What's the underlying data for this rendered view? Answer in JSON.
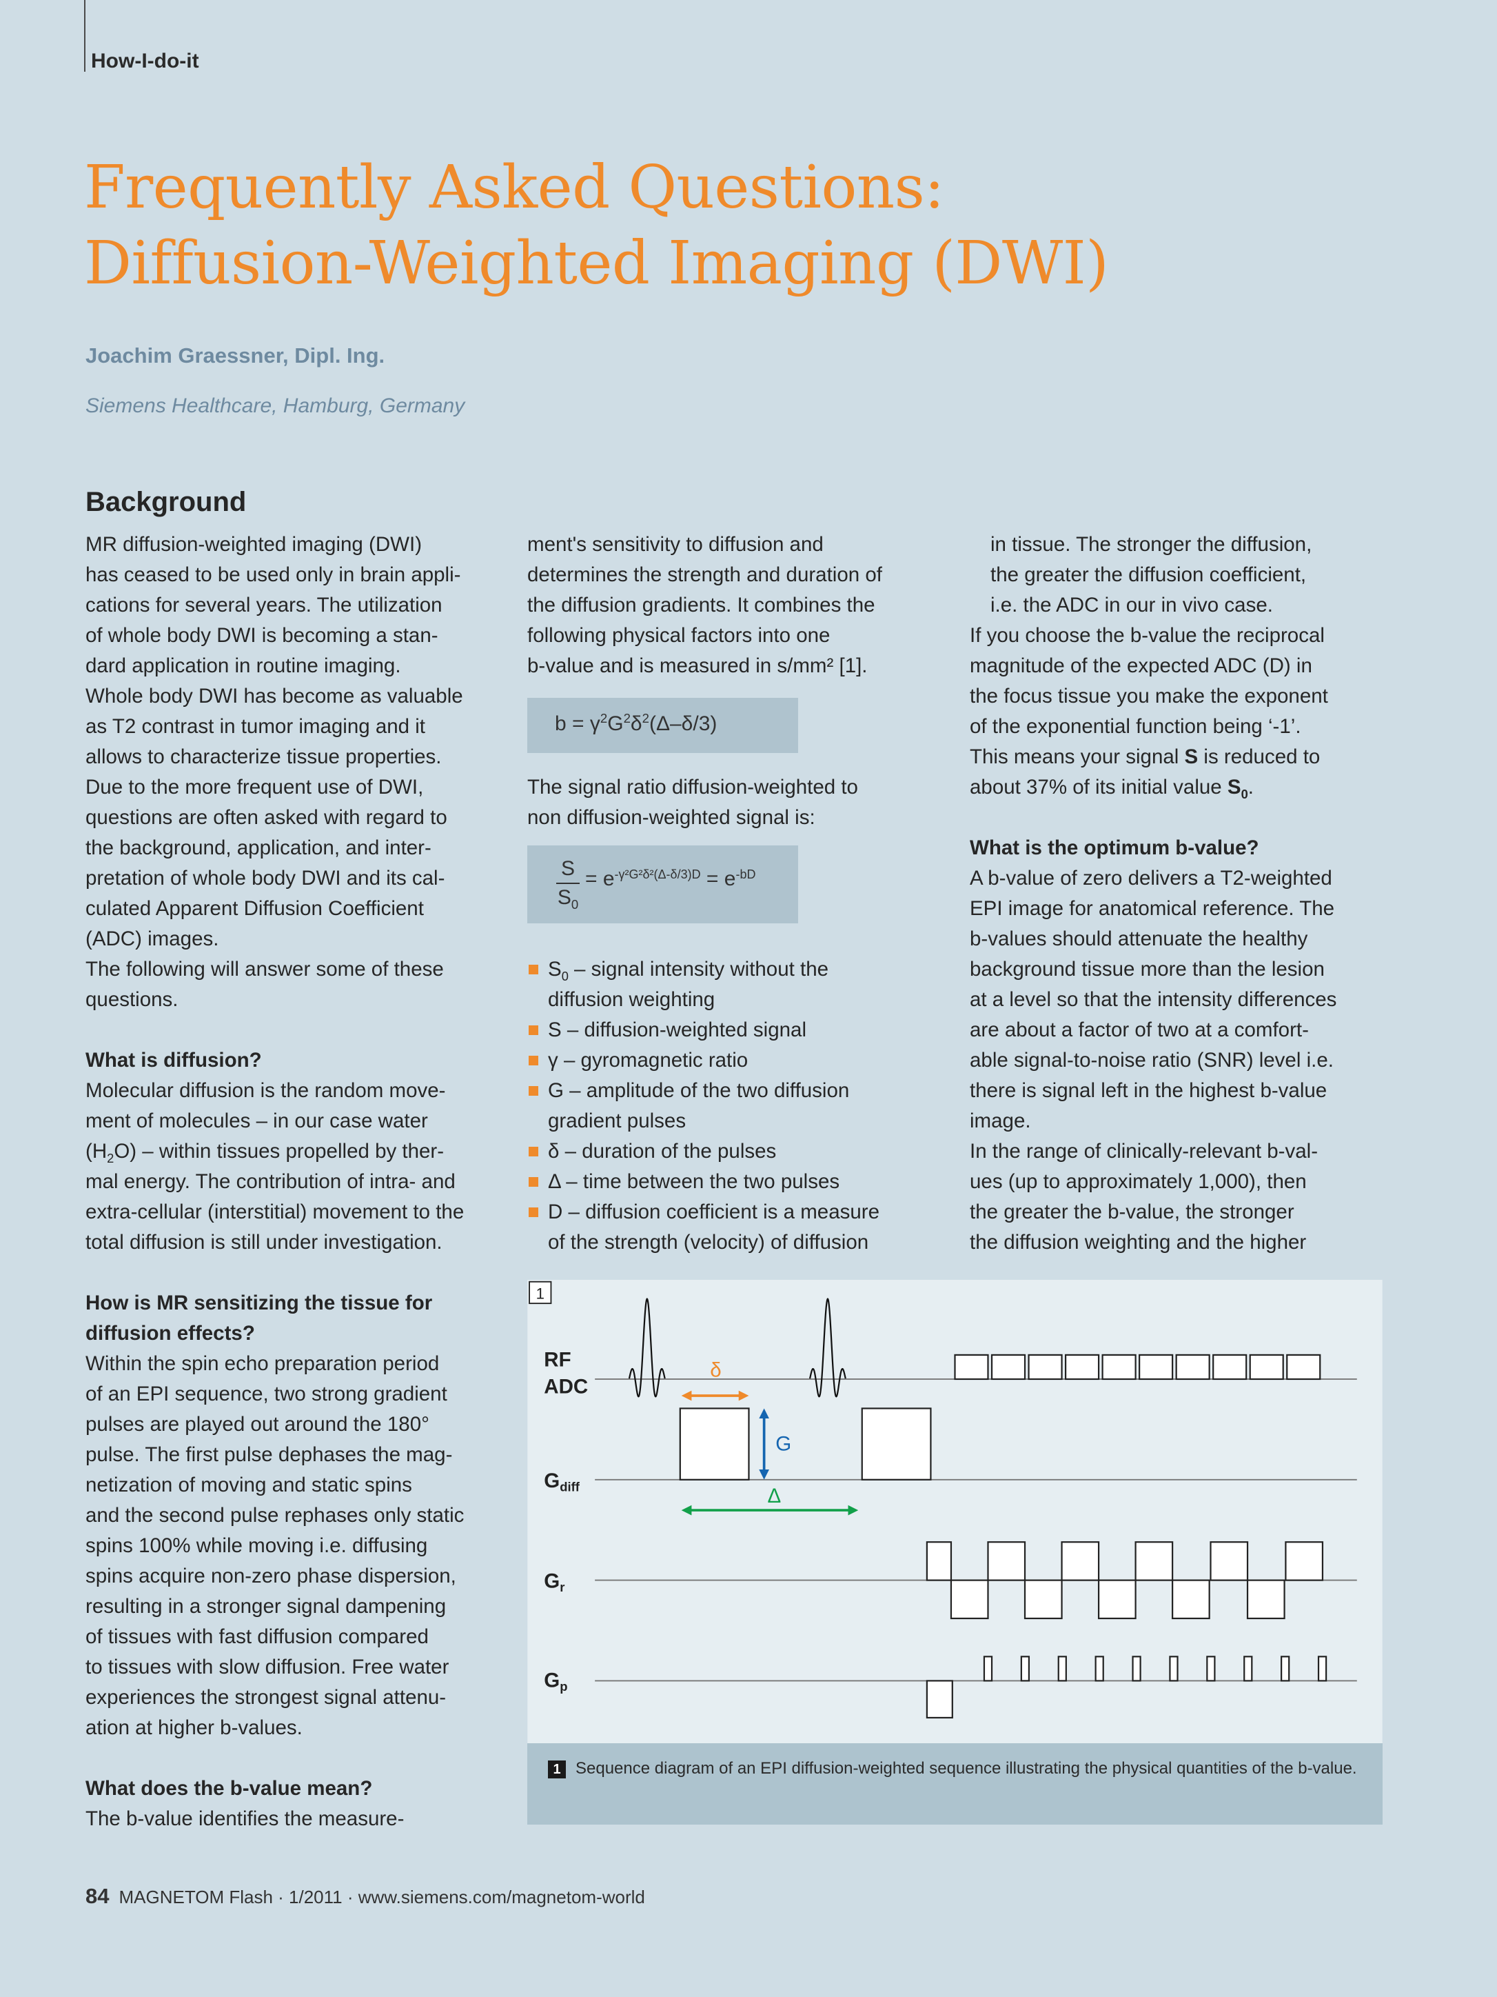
{
  "header": {
    "section": "How-I-do-it"
  },
  "article": {
    "title_lines": [
      "Frequently Asked Questions:",
      "Diffusion-Weighted Imaging (DWI)"
    ],
    "author": "Joachim Graessner, Dipl. Ing.",
    "affiliation": "Siemens Healthcare, Hamburg, Germany",
    "section_heading": "Background"
  },
  "columns": [
    [
      "MR diffusion-weighted imaging (DWI)",
      "has ceased to be used only in brain appli-",
      "cations for several years. The utilization",
      "of whole body DWI is becoming a stan-",
      "dard application in routine imaging.",
      "Whole body DWI has become as valuable",
      "as T2 contrast in tumor imaging and it",
      "allows to characterize tissue properties.",
      "Due to the more frequent use of DWI,",
      "questions are often asked with regard to",
      "the background, application, and inter-",
      "pretation of whole body DWI and its cal-",
      "culated Apparent Diffusion Coefficient",
      "(ADC) images.",
      "The following will answer some of these",
      "questions.",
      "",
      {
        "b": "What is diffusion?"
      },
      "Molecular diffusion is the random move-",
      "ment of molecules – in our case water",
      {
        "parts": [
          [
            "(H",
            ""
          ],
          [
            "2",
            "sub"
          ],
          [
            "O) – within tissues propelled by ther-",
            ""
          ]
        ]
      },
      "mal energy. The contribution of intra- and",
      "extra-cellular (interstitial) movement to the",
      "total diffusion is still under investigation.",
      "",
      {
        "b": "How is MR sensitizing the tissue for"
      },
      {
        "b": "diffusion effects?"
      },
      "Within the spin echo preparation period",
      "of an EPI sequence, two strong gradient",
      "pulses are played out around the 180°",
      "pulse. The first pulse dephases the mag-",
      "netization of moving and static spins",
      "and the second pulse rephases only static",
      "spins 100% while moving i.e. diffusing",
      "spins acquire non-zero phase dispersion,",
      "resulting in a stronger signal dampening",
      "of tissues with fast diffusion compared",
      "to tissues with slow diffusion. Free water",
      "experiences the strongest signal attenu-",
      "ation at higher b-values.",
      "",
      {
        "b": "What does the b-value mean?"
      },
      "The b-value identifies the measure-"
    ],
    [
      "ment's sensitivity to diffusion and",
      "determines the strength and duration of",
      "the diffusion gradients. It combines the",
      "following physical factors into one",
      "b-value and is measured in s/mm² [1].",
      "",
      "",
      "",
      "The signal ratio diffusion-weighted to",
      "non diffusion-weighted signal is:",
      "",
      "",
      "",
      "",
      {
        "bullet": true,
        "parts": [
          [
            "S",
            ""
          ],
          [
            "0",
            "sub"
          ],
          [
            " – signal intensity without the",
            ""
          ]
        ]
      },
      {
        "ind": "diffusion weighting"
      },
      {
        "bullet": true,
        "parts": [
          [
            "S – diffusion-weighted signal",
            ""
          ]
        ]
      },
      {
        "bullet": true,
        "parts": [
          [
            "γ – gyromagnetic ratio",
            ""
          ]
        ]
      },
      {
        "bullet": true,
        "parts": [
          [
            "G – amplitude of the two diffusion",
            ""
          ]
        ]
      },
      {
        "ind": "gradient pulses"
      },
      {
        "bullet": true,
        "parts": [
          [
            "δ – duration of the pulses",
            ""
          ]
        ]
      },
      {
        "bullet": true,
        "parts": [
          [
            "Δ – time between the two pulses",
            ""
          ]
        ]
      },
      {
        "bullet": true,
        "parts": [
          [
            "D – diffusion coefficient is a measure",
            ""
          ]
        ]
      },
      {
        "ind": "of the strength (velocity) of diffusion"
      }
    ],
    [
      {
        "ind": "in tissue. The stronger the diffusion,"
      },
      {
        "ind": "the greater the diffusion coefficient,"
      },
      {
        "ind": "i.e. the ADC in our in vivo case."
      },
      "If you choose the b-value the reciprocal",
      "magnitude of the expected ADC (D) in",
      "the focus tissue you make the exponent",
      "of the exponential function being ‘-1’.",
      {
        "parts": [
          [
            "This means your signal ",
            ""
          ],
          [
            "S",
            "b"
          ],
          [
            " is reduced to",
            ""
          ]
        ]
      },
      {
        "parts": [
          [
            "about 37% of its initial value ",
            ""
          ],
          [
            "S",
            "b"
          ],
          [
            "0",
            "bsub"
          ],
          [
            ".",
            ""
          ]
        ]
      },
      "",
      {
        "b": "What is the optimum b-value?"
      },
      "A b-value of zero delivers a T2-weighted",
      "EPI image for anatomical reference. The",
      "b-values should attenuate the healthy",
      "background tissue more than the lesion",
      "at a level so that the intensity differences",
      "are about a factor of two at a comfort-",
      "able signal-to-noise ratio (SNR) level i.e.",
      "there is signal left in the highest b-value",
      "image.",
      "In the range of clinically-relevant b-val-",
      "ues (up to approximately 1,000), then",
      "the greater the b-value, the stronger",
      "the diffusion weighting and the higher"
    ]
  ],
  "formulas": {
    "b_value": {
      "lhs": "b = γ",
      "s1": "2",
      "g": "G",
      "s2": "2",
      "d": "δ",
      "s3": "2",
      "rest": "(Δ–δ/3)"
    },
    "signal_ratio": {
      "num": "S",
      "den": "S",
      "den_sub": "0",
      "eq1": " = e",
      "exp1": "-γ²G²δ²(Δ-δ/3)D",
      "eq2": " = e",
      "exp2": "-bD"
    }
  },
  "figure": {
    "number": "1",
    "labels": {
      "rf": "RF",
      "adc": "ADC",
      "gdiff": "G",
      "gdiff_sub": "diff",
      "gr": "G",
      "gr_sub": "r",
      "gp": "G",
      "gp_sub": "p",
      "delta_small": "δ",
      "g_amp": "G",
      "delta_big": "Δ"
    },
    "colors": {
      "delta_small": "#ef8a2b",
      "g_amp": "#1565b0",
      "delta_big": "#12a04a",
      "background": "#e6eef2"
    },
    "caption": "Sequence diagram of an EPI diffusion-weighted sequence illustrating the physical quantities of the b-value."
  },
  "footer": {
    "page": "84",
    "text": "MAGNETOM Flash · 1/2011 · www.siemens.com/magnetom-world"
  }
}
